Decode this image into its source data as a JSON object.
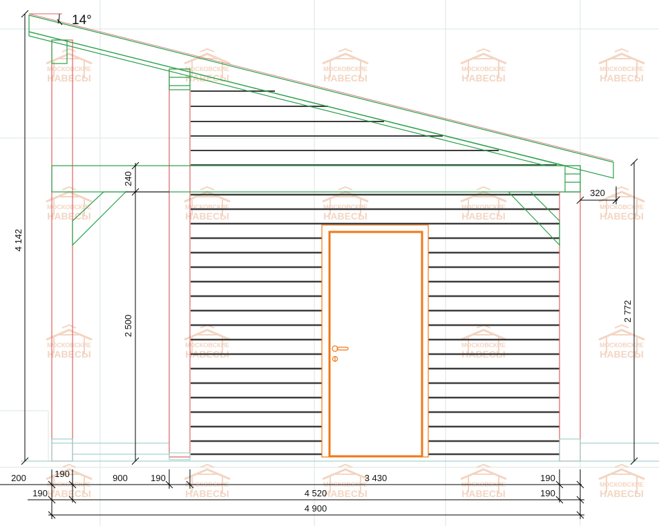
{
  "drawing": {
    "roof_angle": "14°",
    "watermark": {
      "line1": "МОСКОВСКИЕ",
      "line2": "НАВЕСЫ"
    },
    "colors": {
      "grid": "#d9e6e6",
      "wall": "#e06060",
      "timber": "#2aa04a",
      "cladding": "#3c3c3c",
      "door": "#f07818",
      "dimension": "#000000",
      "watermark": "#f3d5c2"
    },
    "dimensions": {
      "overall_height": "4 142",
      "beam_height": "240",
      "post_height": "2 500",
      "eave_height": "2 772",
      "overhang": "320",
      "bottom_row1": [
        "200",
        "190",
        "900",
        "190",
        "3 430",
        "190"
      ],
      "bottom_row2": [
        "190",
        "4 520",
        "190"
      ],
      "bottom_row3": "4 900"
    }
  }
}
